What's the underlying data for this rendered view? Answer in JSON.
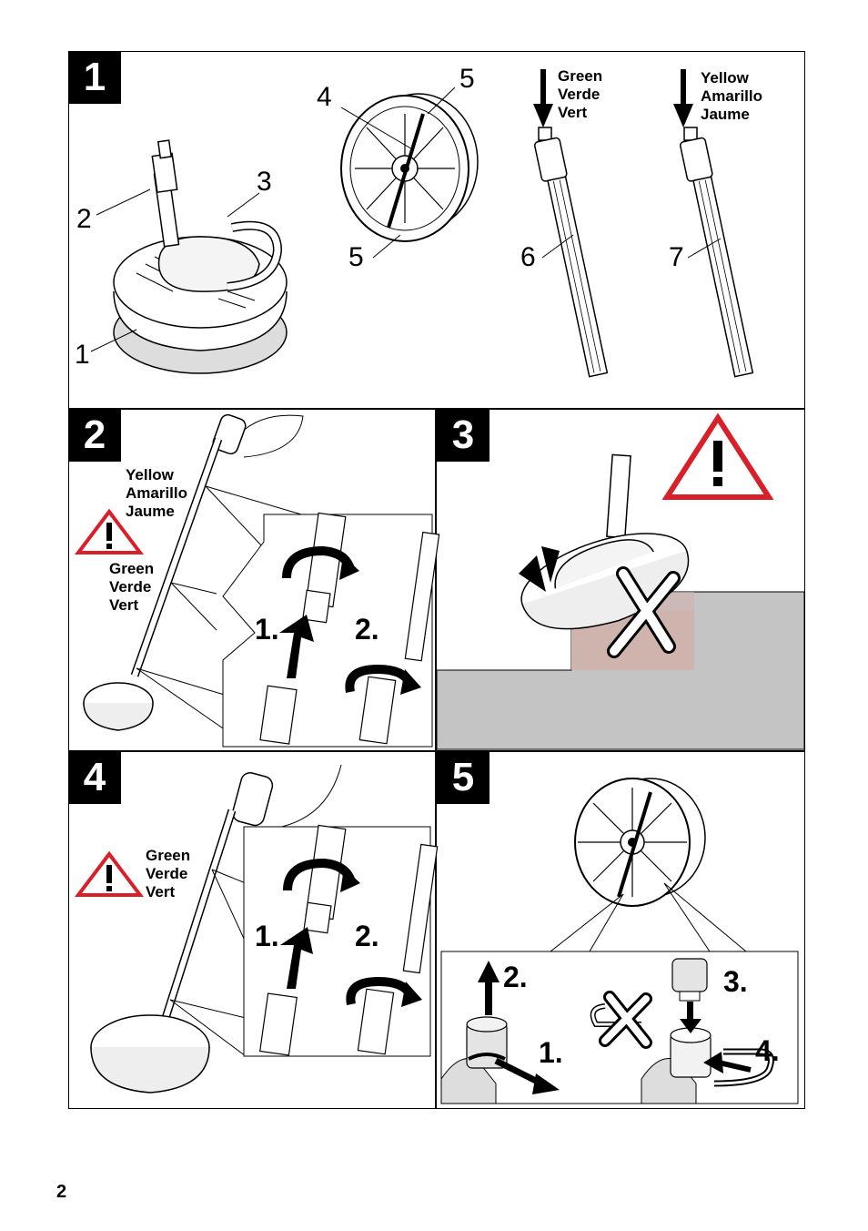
{
  "page_number": "2",
  "panel1": {
    "badge": "1",
    "callouts": [
      "1",
      "2",
      "3",
      "4",
      "5",
      "5",
      "6",
      "7"
    ],
    "green_label": [
      "Green",
      "Verde",
      "Vert"
    ],
    "yellow_label": [
      "Yellow",
      "Amarillo",
      "Jaume"
    ]
  },
  "panel2": {
    "badge": "2",
    "yellow_label": [
      "Yellow",
      "Amarillo",
      "Jaume"
    ],
    "green_label": [
      "Green",
      "Verde",
      "Vert"
    ],
    "steps": [
      "1.",
      "2."
    ]
  },
  "panel3": {
    "badge": "3"
  },
  "panel4": {
    "badge": "4",
    "green_label": [
      "Green",
      "Verde",
      "Vert"
    ],
    "steps": [
      "1.",
      "2."
    ]
  },
  "panel5": {
    "badge": "5",
    "steps": [
      "1.",
      "2.",
      "3.",
      "4."
    ]
  },
  "colors": {
    "warning_red": "#d8202a",
    "floor_gray": "#c4c4c4",
    "danger_zone": "#cfb3ad"
  }
}
